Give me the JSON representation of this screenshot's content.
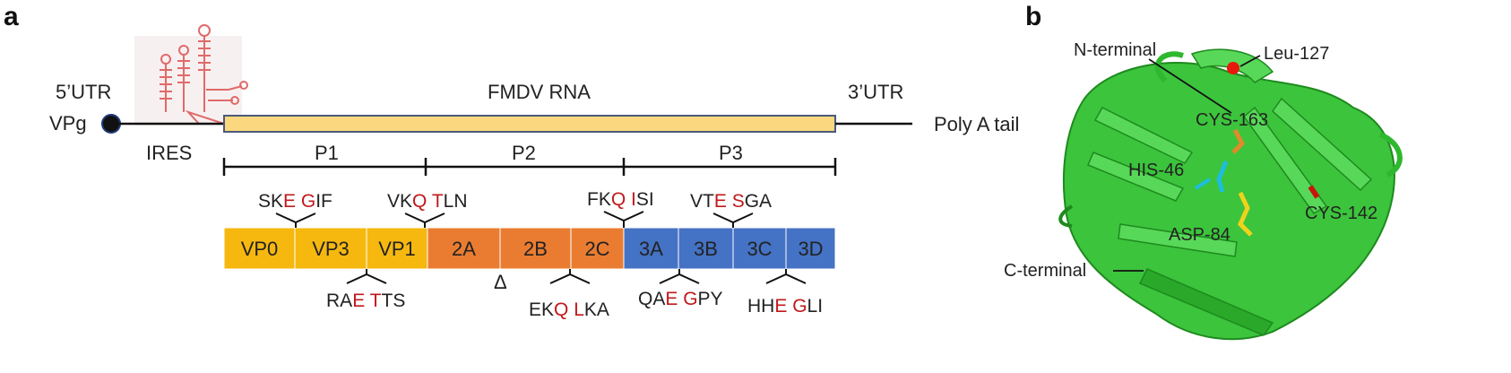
{
  "panel_a": {
    "letter": "a",
    "utr5": "5’UTR",
    "vpg": "VPg",
    "ires": "IRES",
    "rna": "FMDV RNA",
    "utr3": "3’UTR",
    "polya": "Poly A tail",
    "regions": [
      "P1",
      "P2",
      "P3"
    ],
    "segments": [
      {
        "label": "VP0",
        "color": "#f6b80f"
      },
      {
        "label": "VP3",
        "color": "#f6b80f"
      },
      {
        "label": "VP1",
        "color": "#f6b80f"
      },
      {
        "label": "2A",
        "color": "#ea7c31"
      },
      {
        "label": "2B",
        "color": "#ea7c31"
      },
      {
        "label": "2C",
        "color": "#ea7c31"
      },
      {
        "label": "3A",
        "color": "#4472c4"
      },
      {
        "label": "3B",
        "color": "#4472c4"
      },
      {
        "label": "3C",
        "color": "#4472c4"
      },
      {
        "label": "3D",
        "color": "#4472c4"
      }
    ],
    "cleavage_top": [
      {
        "p1": "SK",
        "p2": "E",
        "p3": " ",
        "p4": "G",
        "p5": "IF"
      },
      {
        "p1": "VK",
        "p2": "Q",
        "p3": " ",
        "p4": "T",
        "p5": "LN"
      },
      {
        "p1": "FK",
        "p2": "Q",
        "p3": " ",
        "p4": "I",
        "p5": "SI"
      },
      {
        "p1": "VT",
        "p2": "E",
        "p3": " ",
        "p4": "S",
        "p5": "GA"
      }
    ],
    "cleavage_bottom": [
      {
        "p1": "RA",
        "p2": "E",
        "p3": " ",
        "p4": "T",
        "p5": "TS"
      },
      {
        "p1": "EK",
        "p2": "Q",
        "p3": " ",
        "p4": "L",
        "p5": "KA"
      },
      {
        "p1": "QA",
        "p2": "E",
        "p3": " ",
        "p4": "G",
        "p5": "PY"
      },
      {
        "p1": "HH",
        "p2": "E",
        "p3": " ",
        "p4": "G",
        "p5": "LI"
      }
    ],
    "triangle_marker": "Δ"
  },
  "panel_b": {
    "letter": "b",
    "labels": {
      "n_term": "N-terminal",
      "leu": "Leu-127",
      "cys163": "CYS-163",
      "his46": "HIS-46",
      "cys142": "CYS-142",
      "asp84": "ASP-84",
      "c_term": "C-terminal"
    },
    "colors": {
      "ribbon": "#2eb82e",
      "ribbon_dark": "#1e8a1e",
      "leu_dot": "#e8180c"
    }
  }
}
